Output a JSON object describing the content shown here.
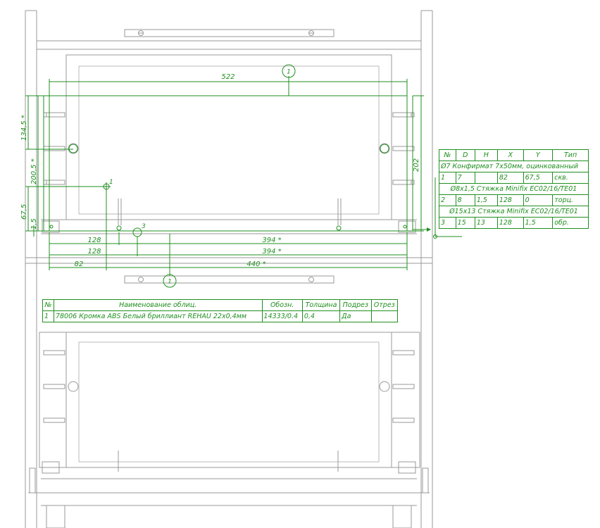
{
  "dimensions": {
    "d522": "522",
    "d134": "134,5 *",
    "d200": "200,5 *",
    "d202": "202",
    "d675": "67,5",
    "d15": "1,5",
    "d128a": "128",
    "d128b": "128",
    "d394a": "394 *",
    "d394b": "394 *",
    "d82": "82",
    "d440": "440 *"
  },
  "callouts": {
    "part_top": "1",
    "part_bottom": "1",
    "hole1": "1",
    "hole3": "3"
  },
  "hole_table": {
    "headers": [
      "№",
      "D",
      "H",
      "X",
      "Y",
      "Тип"
    ],
    "groups": [
      {
        "title": "Ø7 Конфирмат 7x50мм, оцинкованный",
        "row": [
          "1",
          "7",
          "",
          "82",
          "67,5",
          "скв."
        ]
      },
      {
        "title": "Ø8x1,5 Стяжка Minifix EC02/16/TE01",
        "row": [
          "2",
          "8",
          "1,5",
          "128",
          "0",
          "торц."
        ]
      },
      {
        "title": "Ø15x13 Стяжка Minifix EC02/16/TE01",
        "row": [
          "3",
          "15",
          "13",
          "128",
          "1,5",
          "обр."
        ]
      }
    ]
  },
  "edge_table": {
    "headers": [
      "№",
      "Наименование облиц.",
      "Обозн.",
      "Толщина",
      "Подрез",
      "Отрез"
    ],
    "rows": [
      [
        "1",
        "78006 Кромка ABS Белый бриллиант REHAU 22x0,4мм",
        "14333/0.4",
        "0,4",
        "Да",
        ""
      ]
    ]
  }
}
